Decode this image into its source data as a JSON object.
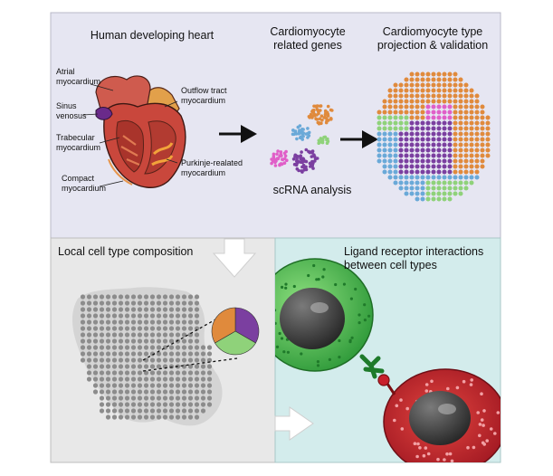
{
  "panels": {
    "heart": {
      "title": "Human developing heart",
      "labels": {
        "atrial": [
          "Atrial",
          "myocardium"
        ],
        "sinus": [
          "Sinus",
          "venosus"
        ],
        "trabecular": [
          "Trabecular",
          "myocardium"
        ],
        "compact": [
          "Compact",
          "myocardium"
        ],
        "outflow": [
          "Outflow tract",
          "myocardium"
        ],
        "purkinje": [
          "Purkinje-realated",
          "myocardium"
        ]
      }
    },
    "genes": {
      "title": [
        "Cardiomyocyte",
        "related genes"
      ],
      "caption": "scRNA analysis"
    },
    "projection": {
      "title": [
        "Cardiomyocyte type",
        "projection & validation"
      ]
    },
    "composition": {
      "title": "Local cell type composition"
    },
    "interactions": {
      "title": [
        "Ligand receptor interactions",
        "between cell types"
      ]
    }
  },
  "colors": {
    "top_bg": "#e6e6f2",
    "bottom_left_bg": "#e8e8e8",
    "bottom_right_bg": "#d3ecec",
    "orange": "#e08a3c",
    "purple": "#7b3fa0",
    "green": "#8fd27a",
    "blue": "#6aa9d8",
    "pink": "#e05fc8",
    "heart_red": "#c9473c",
    "cell_green": "#3bb54a",
    "cell_red": "#c8202c",
    "dot_gray": "#8c8c8c"
  }
}
